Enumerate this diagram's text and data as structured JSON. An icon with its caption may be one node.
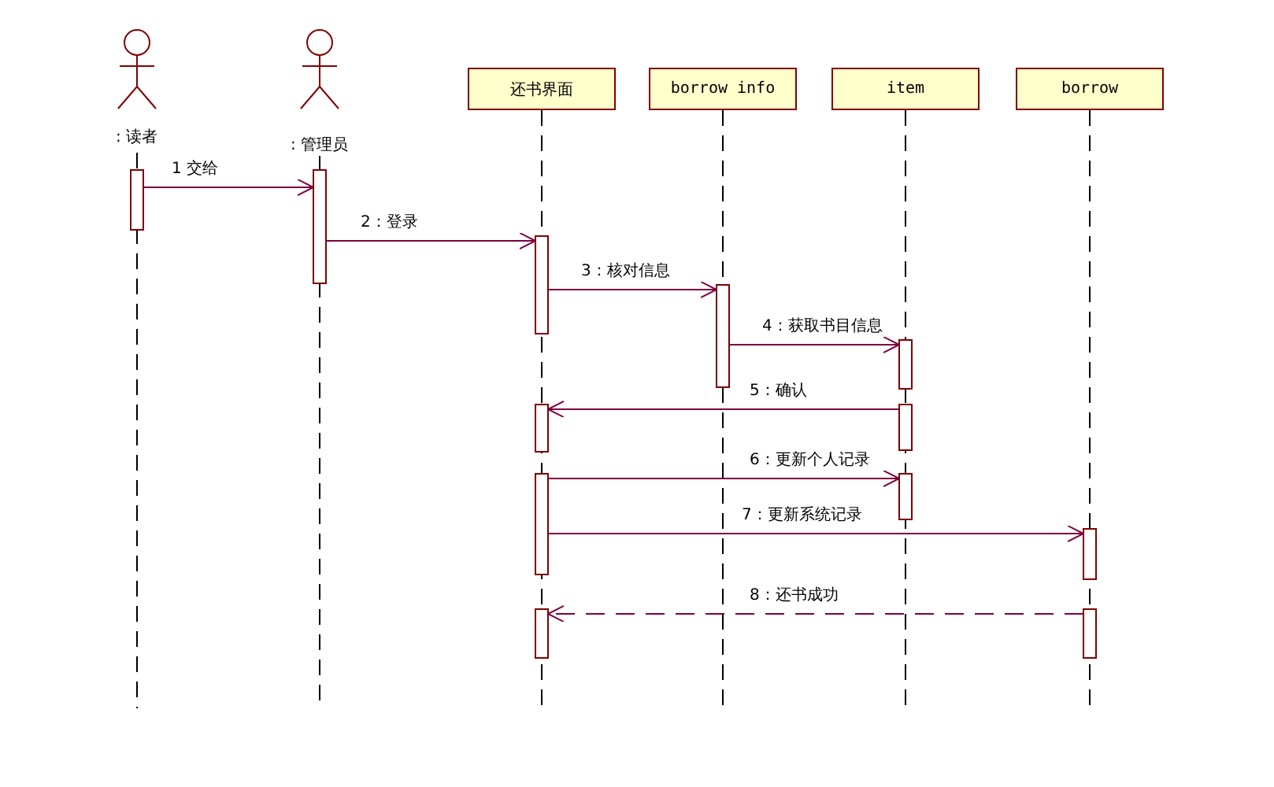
{
  "diagram": {
    "nodes": [
      {
        "text": [
          ": 读者"
        ]
      },
      {
        "text": [
          ": 管理员"
        ]
      },
      {
        "text": [
          "还书界面"
        ]
      },
      {
        "text": [
          "borrow info"
        ]
      },
      {
        "text": [
          "item"
        ]
      },
      {
        "text": [
          "borrow"
        ]
      }
    ],
    "edges": [
      {
        "from": 0,
        "to": 1,
        "arrow": "to",
        "label": "1 交给"
      },
      {
        "from": 1,
        "to": 2,
        "arrow": "to",
        "label": "2：登录"
      },
      {
        "from": 2,
        "to": 3,
        "arrow": "to",
        "label": "3：核对信息"
      },
      {
        "from": 3,
        "to": 4,
        "arrow": "to",
        "label": "4：获取书目信息"
      },
      {
        "from": 4,
        "to": 2,
        "arrow": "to",
        "label": "5：确认"
      },
      {
        "from": 2,
        "to": 4,
        "arrow": "to",
        "label": "6：更新个人记录"
      },
      {
        "from": 2,
        "to": 5,
        "arrow": "to",
        "label": "7：更新系统记录"
      },
      {
        "from": 5,
        "to": 2,
        "arrow": "to",
        "label": "8：还书成功",
        "style": "dashed"
      }
    ]
  }
}
